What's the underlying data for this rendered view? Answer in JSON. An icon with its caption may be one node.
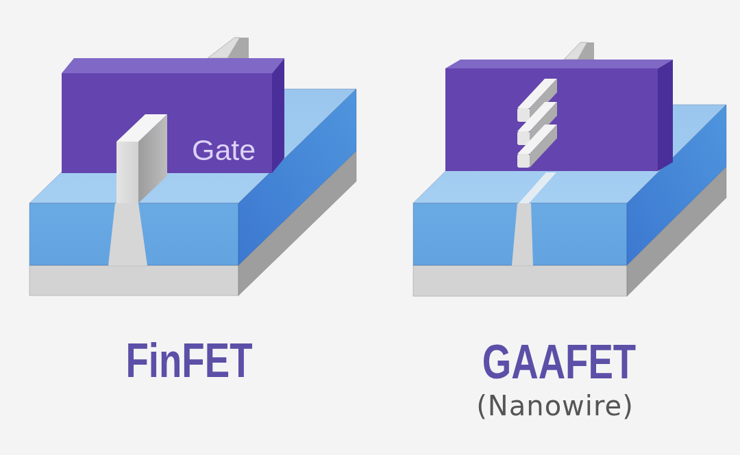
{
  "diagram": {
    "nodes": [
      {
        "text": [
          "Gate"
        ]
      },
      {
        "text": [],
        "shape": "box"
      }
    ],
    "labels": [
      "FinFET",
      "GAAFET",
      "(Nanowire)"
    ]
  }
}
